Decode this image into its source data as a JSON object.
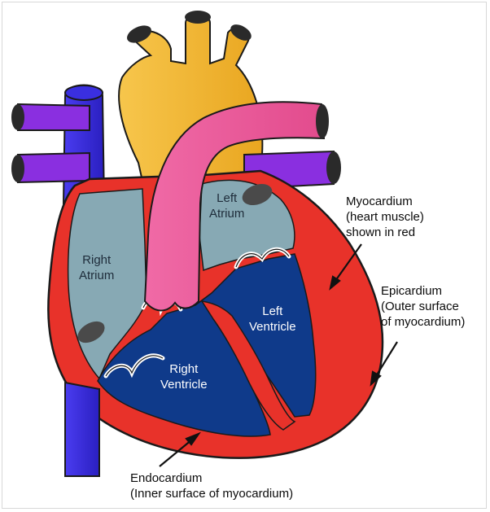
{
  "labels": {
    "left_atrium": [
      "Left",
      "Atrium"
    ],
    "right_atrium": [
      "Right",
      "Atrium"
    ],
    "left_ventricle": [
      "Left",
      "Ventricle"
    ],
    "right_ventricle": [
      "Right",
      "Ventricle"
    ],
    "myocardium": [
      "Myocardium",
      "(heart muscle)",
      "shown in red"
    ],
    "epicardium": [
      "Epicardium",
      "(Outer surface",
      "of myocardium)"
    ],
    "endocardium": [
      "Endocardium",
      "(Inner surface of myocardium)"
    ]
  },
  "colors": {
    "myocardium": "#e8322a",
    "atria": "#87a9b4",
    "ventricles": "#0f3a8a",
    "aorta": "#f2b632",
    "pulmonary_artery": "#ee5f9c",
    "vena_cava": "#3a2fe0",
    "pulmonary_veins": "#8a2fe0",
    "valves": "#ffffff"
  }
}
